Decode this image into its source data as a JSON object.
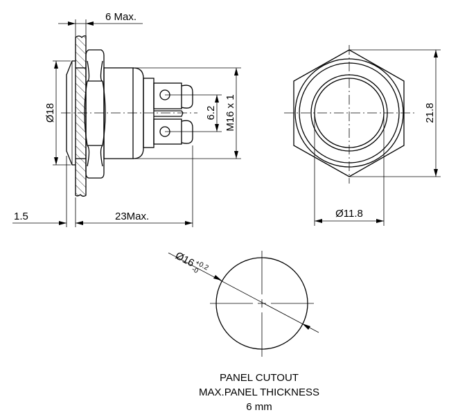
{
  "side_view": {
    "panel_thickness_label": "6 Max.",
    "head_diameter_label": "Ø18",
    "thread_label": "M16 x 1",
    "terminal_pitch_label": "6.2",
    "head_height_label": "1.5",
    "length_label": "23Max."
  },
  "front_view": {
    "hex_size_label": "21.8",
    "button_diameter_label": "Ø11.8"
  },
  "cutout": {
    "diameter_label": "Ø16",
    "tolerance_upper": "+0.2",
    "tolerance_lower": "-0",
    "caption_line1": "PANEL CUTOUT",
    "caption_line2": "MAX.PANEL THICKNESS",
    "caption_line3": "6 mm"
  },
  "colors": {
    "line": "#000000",
    "background": "#ffffff"
  }
}
